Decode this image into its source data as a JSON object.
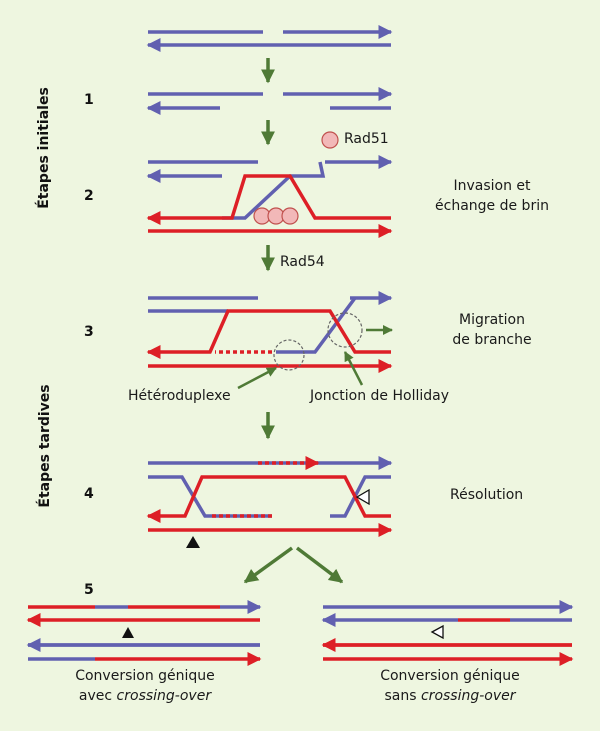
{
  "phases": {
    "early": "Étapes initiales",
    "late": "Étapes tardives"
  },
  "steps": [
    "1",
    "2",
    "3",
    "4",
    "5"
  ],
  "proteins": {
    "rad51": "Rad51",
    "rad54": "Rad54"
  },
  "labels": {
    "invasion_line1": "Invasion et",
    "invasion_line2": "échange de brin",
    "migration_line1": "Migration",
    "migration_line2": "de branche",
    "heteroduplex": "Hétéroduplexe",
    "holliday": "Jonction de Holliday",
    "resolution": "Résolution"
  },
  "outcomes": {
    "left_line1": "Conversion génique",
    "left_line2_prefix": "avec ",
    "left_line2_term": "crossing-over",
    "right_line1": "Conversion génique",
    "right_line2_prefix": "sans ",
    "right_line2_term": "crossing-over"
  },
  "colors": {
    "background": "#eef6e0",
    "blue_strand": "#6160b0",
    "red_strand": "#dd1f26",
    "arrow": "#4f7a36",
    "rad51_fill": "#f2b8b8"
  }
}
